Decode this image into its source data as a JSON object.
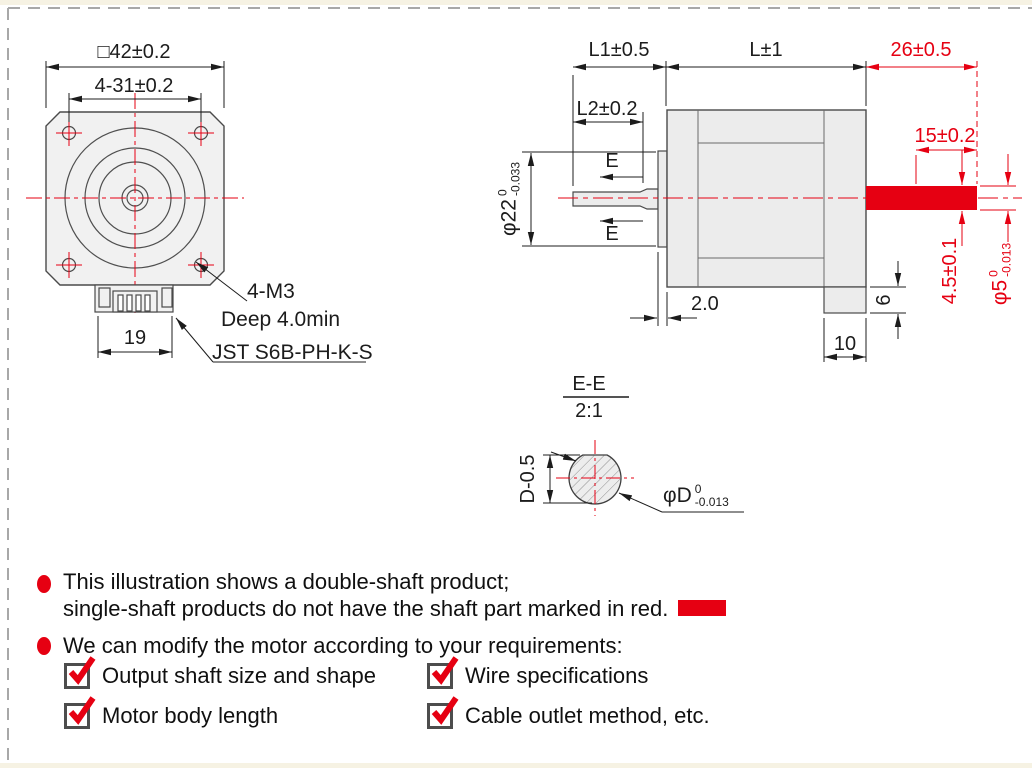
{
  "colors": {
    "accent_red": "#e60012",
    "line": "#1c1c1c",
    "body_fill": "#ececec"
  },
  "front_view": {
    "dim_body_width": "□42±0.2",
    "dim_hole_spacing": "4-31±0.2",
    "dim_connector_width": "19",
    "thread_label": "4-M3",
    "thread_depth_label": "Deep 4.0min",
    "connector_label": "JST S6B-PH-K-S"
  },
  "side_view": {
    "dim_front_shaft": "L1±0.5",
    "dim_body_length": "L±1",
    "dim_rear_shaft": "26±0.5",
    "dim_l2": "L2±0.2",
    "section_mark_top": "E",
    "section_mark_bottom": "E",
    "dim_pilot_dia": "φ22",
    "pilot_tol_upper": "0",
    "pilot_tol_lower": "-0.033",
    "dim_pilot_depth": "2.0",
    "dim_connector_height": "6",
    "dim_connector_depth": "10",
    "dim_flat_length": "15±0.2",
    "dim_flat_height": "4.5±0.1",
    "dim_shaft_dia": "φ5",
    "shaft_tol_upper": "0",
    "shaft_tol_lower": "-0.013"
  },
  "section_view": {
    "title": "E-E",
    "scale": "2:1",
    "dim_flat": "D-0.5",
    "dim_dia": "φD",
    "dia_tol_upper": "0",
    "dia_tol_lower": "-0.013"
  },
  "notes": {
    "note1_line1": "This illustration shows a double-shaft product;",
    "note1_line2": "single-shaft products do not have the shaft part marked in red.",
    "note2": "We can modify the motor according to your requirements:",
    "options": [
      {
        "label": "Output shaft size and shape"
      },
      {
        "label": "Wire specifications"
      },
      {
        "label": "Motor body length"
      },
      {
        "label": "Cable outlet method, etc."
      }
    ]
  }
}
